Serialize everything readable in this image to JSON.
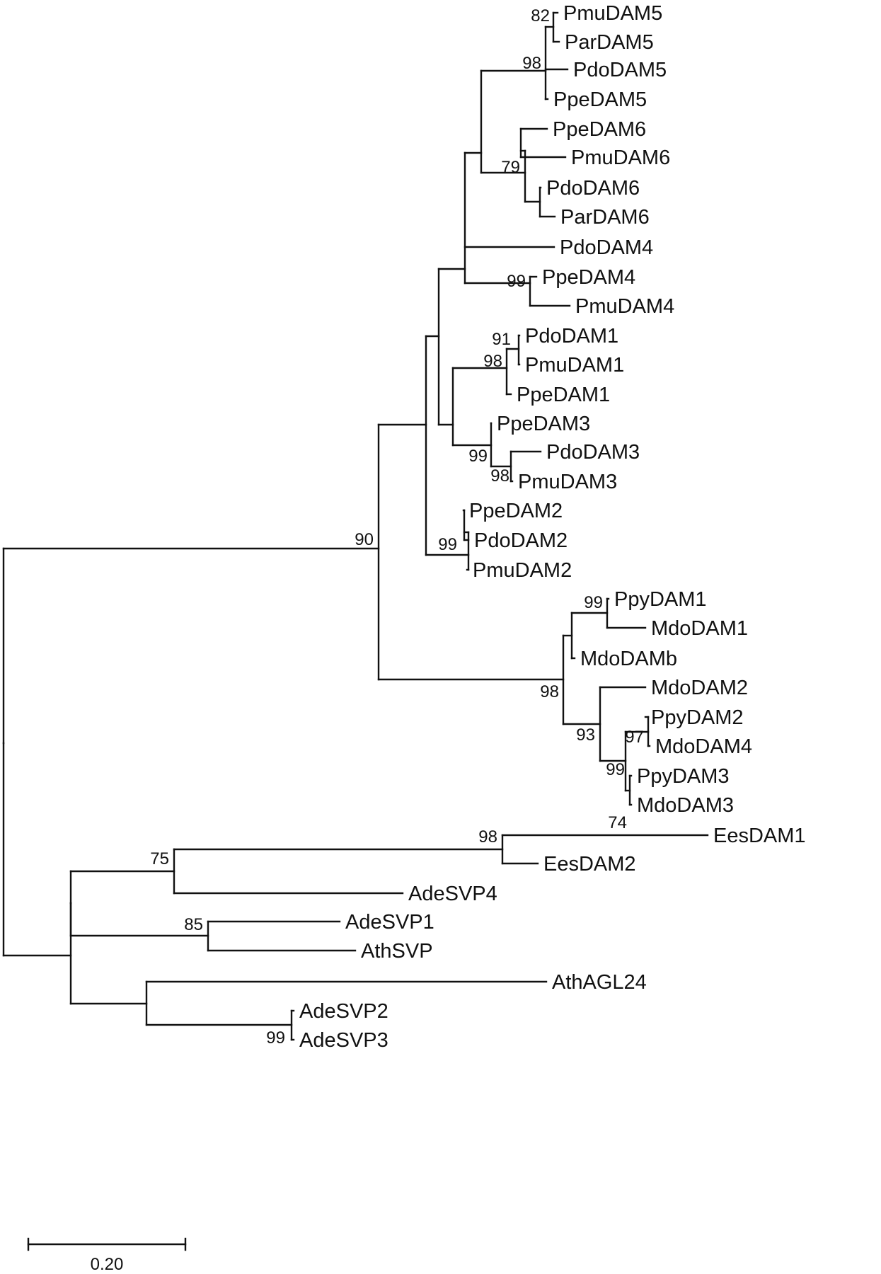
{
  "figure": {
    "leaves": [
      "PmuDAM5",
      "ParDAM5",
      "PdoDAM5",
      "PpeDAM5",
      "PpeDAM6",
      "PmuDAM6",
      "PdoDAM6",
      "ParDAM6",
      "PdoDAM4",
      "PpeDAM4",
      "PmuDAM4",
      "PdoDAM1",
      "PmuDAM1",
      "PpeDAM1",
      "PpeDAM3",
      "PdoDAM3",
      "PmuDAM3",
      "PpeDAM2",
      "PdoDAM2",
      "PmuDAM2",
      "PpyDAM1",
      "MdoDAM1",
      "MdoDAMb",
      "MdoDAM2",
      "PpyDAM2",
      "MdoDAM4",
      "PpyDAM3",
      "MdoDAM3",
      "EesDAM1",
      "EesDAM2",
      "AdeSVP4",
      "AdeSVP1",
      "AthSVP",
      "AthAGL24",
      "AdeSVP2",
      "AdeSVP3"
    ],
    "bootstrap_values": [
      "82",
      "98",
      "79",
      "99",
      "91",
      "98",
      "99",
      "98",
      "99",
      "90",
      "99",
      "98",
      "97",
      "93",
      "99",
      "74",
      "98",
      "75",
      "85",
      "99"
    ],
    "scale_bar": {
      "label": "0.20",
      "length": 0.2
    },
    "colors": {
      "line": "#111111",
      "background": "#ffffff"
    }
  }
}
